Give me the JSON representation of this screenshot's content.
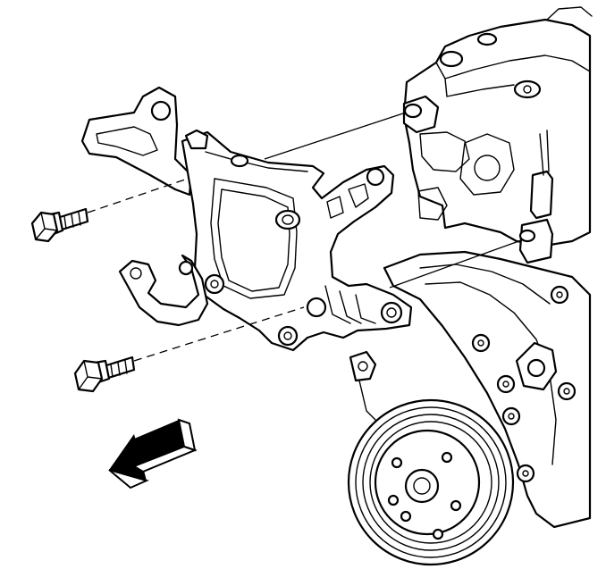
{
  "diagram": {
    "parts": [
      {
        "id": "engine-block",
        "icon": "engine-block-icon"
      },
      {
        "id": "mounting-bracket",
        "icon": "bracket-icon"
      },
      {
        "id": "upper-bolt",
        "icon": "bolt-icon"
      },
      {
        "id": "lower-bolt",
        "icon": "bolt-icon"
      },
      {
        "id": "crankshaft-pulley",
        "icon": "pulley-icon"
      },
      {
        "id": "front-arrow",
        "icon": "arrow-icon"
      }
    ],
    "colors": {
      "line": "#000000",
      "fill": "#ffffff",
      "arrow": "#000000"
    }
  }
}
